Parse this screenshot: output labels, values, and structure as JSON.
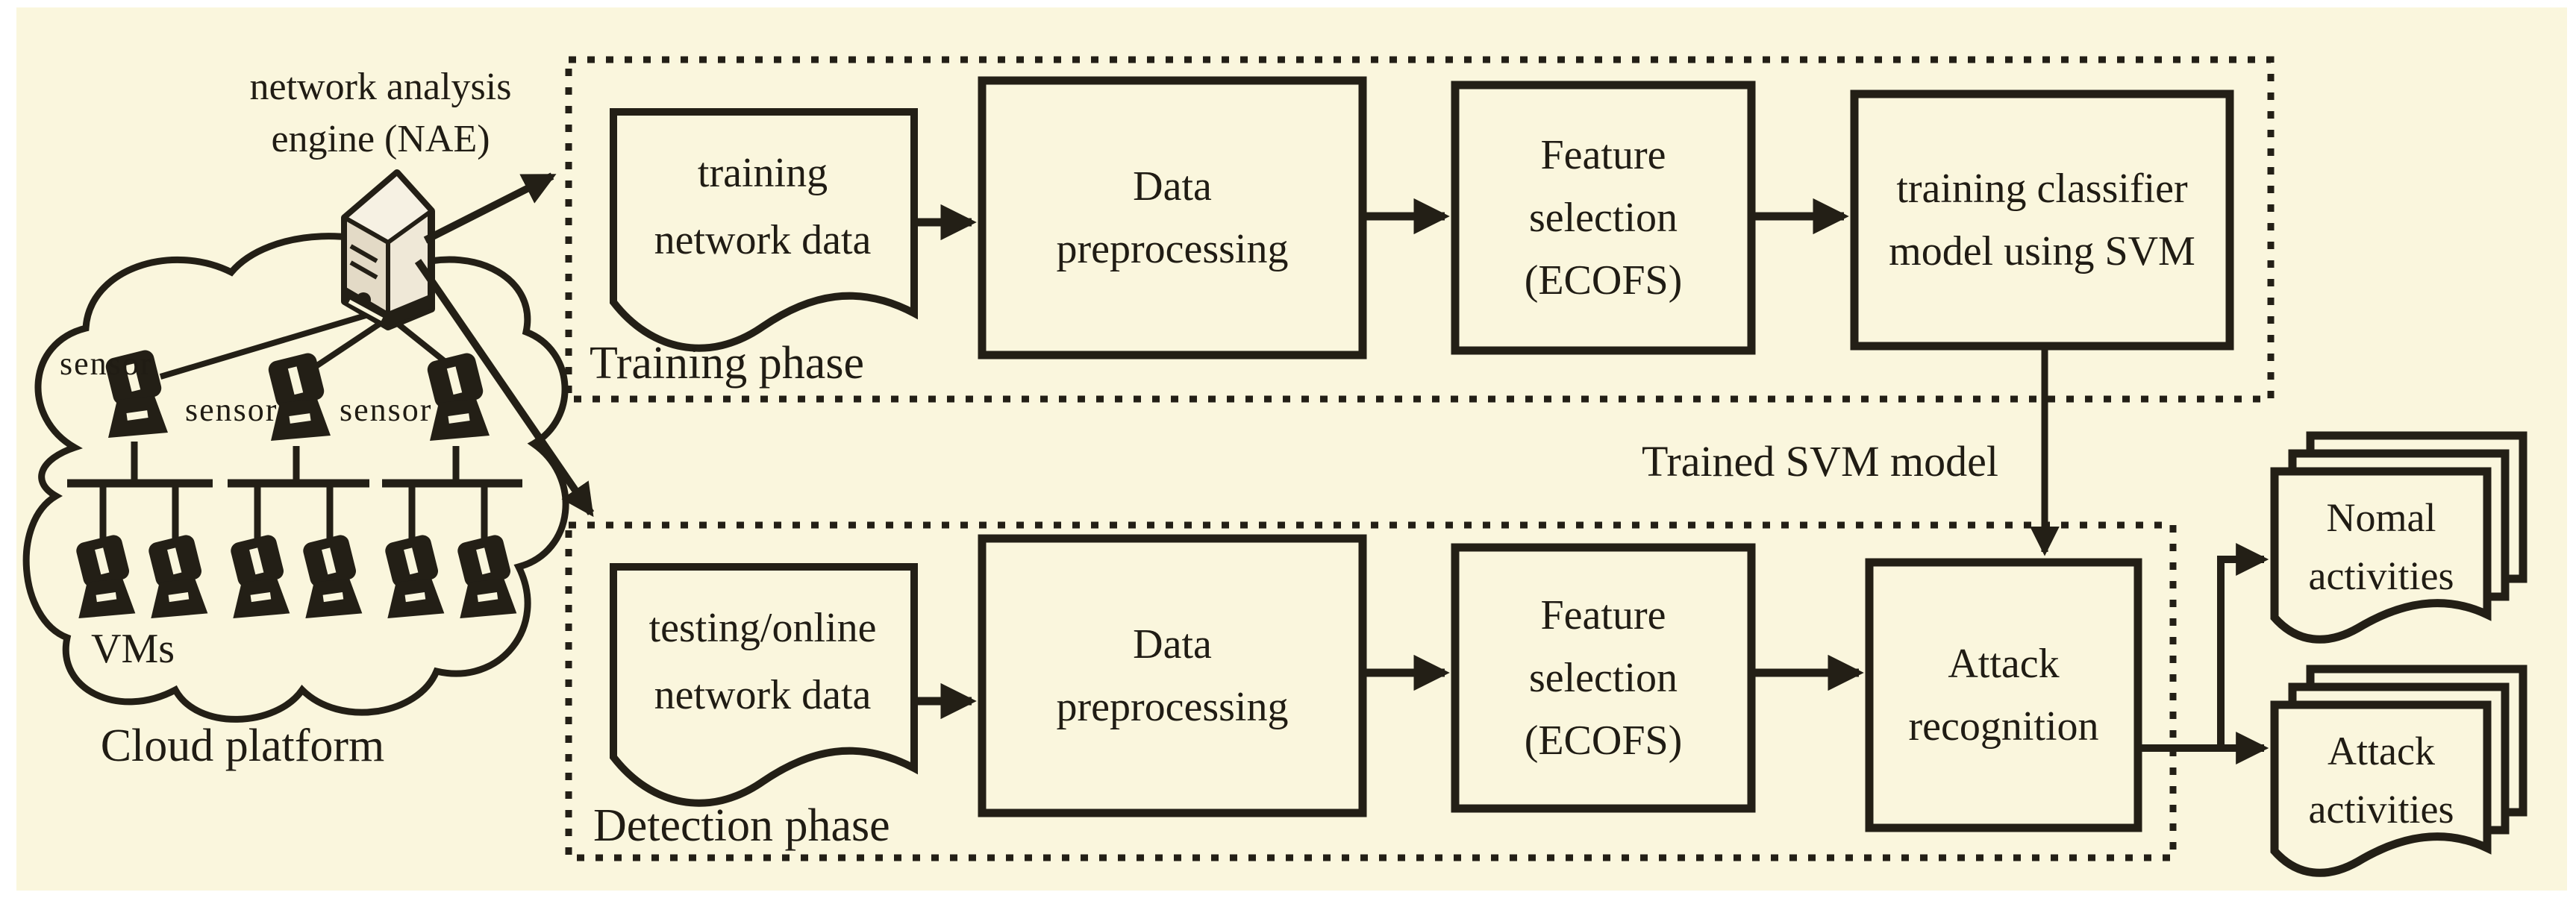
{
  "background": {
    "canvas_color": "#faf6dd",
    "ink_color": "#231f16"
  },
  "nae": {
    "line1": "network analysis",
    "line2": "engine (NAE)"
  },
  "cloud": {
    "sensors": [
      "sensor",
      "sensor",
      "sensor"
    ],
    "vms_label": "VMs",
    "caption": "Cloud platform"
  },
  "training": {
    "phase_label": "Training phase",
    "doc_line1": "training",
    "doc_line2": "network data",
    "preprocess_line1": "Data",
    "preprocess_line2": "preprocessing",
    "feature_line1": "Feature",
    "feature_line2": "selection",
    "feature_line3": "(ECOFS)",
    "classifier_line1": "training classifier",
    "classifier_line2": "model using SVM"
  },
  "trained_model_label": "Trained SVM model",
  "detection": {
    "phase_label": "Detection phase",
    "doc_line1": "testing/online",
    "doc_line2": "network data",
    "preprocess_line1": "Data",
    "preprocess_line2": "preprocessing",
    "feature_line1": "Feature",
    "feature_line2": "selection",
    "feature_line3": "(ECOFS)",
    "recognition_line1": "Attack",
    "recognition_line2": "recognition"
  },
  "outputs": {
    "normal_line1": "Nomal",
    "normal_line2": "activities",
    "attack_line1": "Attack",
    "attack_line2": "activities"
  }
}
